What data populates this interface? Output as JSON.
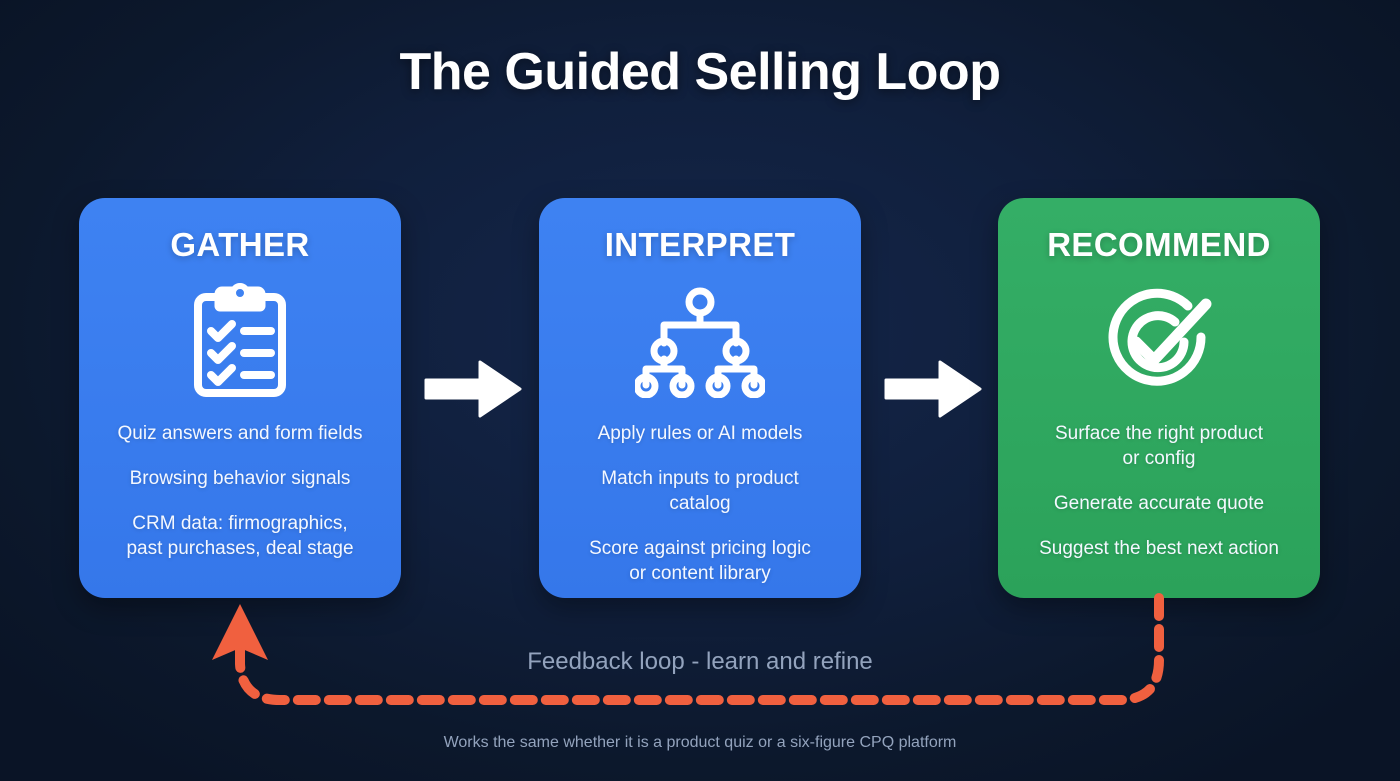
{
  "title": "The Guided Selling Loop",
  "colors": {
    "background": "#0c182c",
    "card_blue": "#3e82f2",
    "card_green": "#34ae66",
    "arrow_white": "#ffffff",
    "feedback_coral": "#f0603f",
    "muted_text": "#93a3bd",
    "card_text": "#f4f8ff"
  },
  "steps": [
    {
      "id": "gather",
      "title": "GATHER",
      "icon": "clipboard-checklist-icon",
      "color": "#3e82f2",
      "lines": [
        "Quiz answers and form fields",
        "Browsing behavior signals",
        "CRM data: firmographics,\npast purchases, deal stage"
      ]
    },
    {
      "id": "interpret",
      "title": "INTERPRET",
      "icon": "hierarchy-tree-icon",
      "color": "#3e82f2",
      "lines": [
        "Apply rules or AI models",
        "Match inputs to product\ncatalog",
        "Score against pricing logic\nor content library"
      ]
    },
    {
      "id": "recommend",
      "title": "RECOMMEND",
      "icon": "target-check-icon",
      "color": "#34ae66",
      "lines": [
        "Surface the right product\nor config",
        "Generate accurate quote",
        "Suggest the best next action"
      ]
    }
  ],
  "connectors": [
    {
      "id": "gather-to-interpret",
      "icon": "arrow-right-icon"
    },
    {
      "id": "interpret-to-recommend",
      "icon": "arrow-right-icon"
    }
  ],
  "feedback": {
    "label": "Feedback loop - learn and refine",
    "direction": "recommend-to-gather",
    "style": "dashed",
    "color": "#f0603f"
  },
  "footer": {
    "note": "Works the same whether it is a product quiz or a six-figure CPQ platform"
  }
}
